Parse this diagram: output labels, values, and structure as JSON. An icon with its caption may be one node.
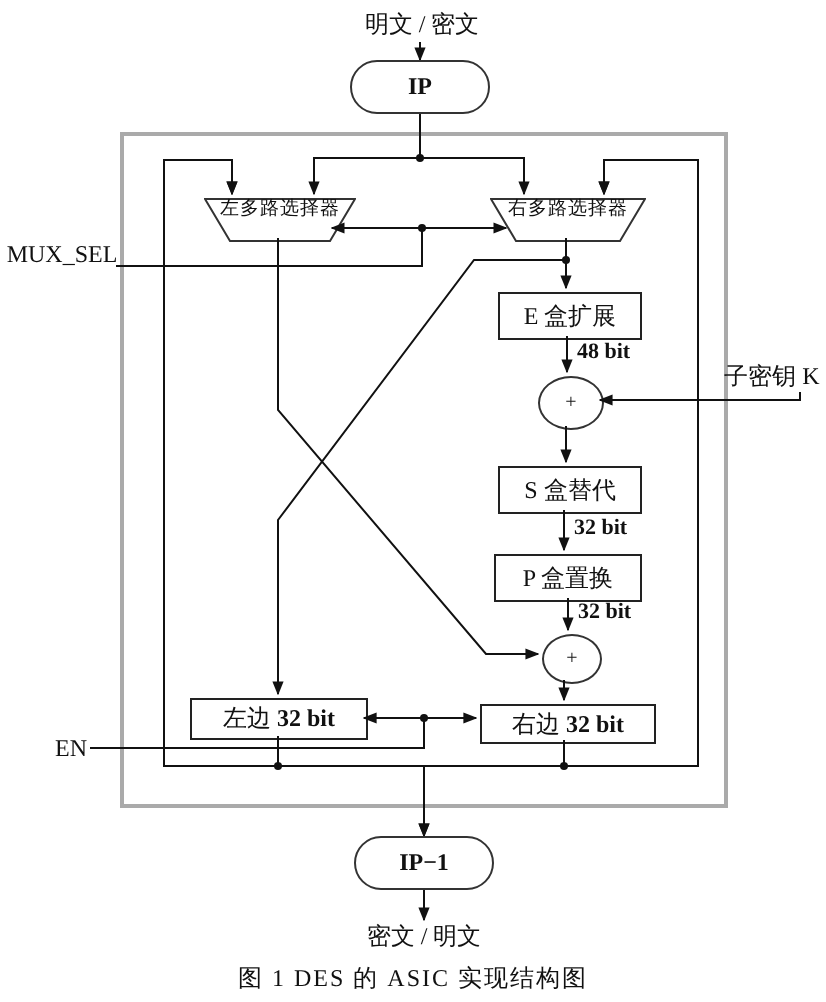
{
  "diagram": {
    "caption": "图 1 DES 的 ASIC 实现结构图",
    "nodes": [
      {
        "text": [
          "明文 / 密文"
        ]
      },
      {
        "text": [
          "IP"
        ]
      },
      {
        "text": [],
        "shape": "box"
      },
      {
        "text": [
          "左多路选择器"
        ],
        "in": 2
      },
      {
        "text": [
          "右多路选择器"
        ],
        "in": 2
      },
      {
        "text": [
          "MUX_SEL"
        ]
      },
      {
        "text": [
          "E 盒扩展"
        ],
        "in": 2
      },
      {
        "text": [
          "+"
        ],
        "in": 2
      },
      {
        "text": [
          "子密钥 K"
        ]
      },
      {
        "text": [
          "S 盒替代"
        ],
        "in": 2
      },
      {
        "text": [
          "P 盒置换"
        ],
        "in": 2
      },
      {
        "text": [
          "+"
        ],
        "in": 2
      },
      {
        "text": [
          "左边 **32 bit**"
        ],
        "in": 2
      },
      {
        "text": [
          "右边 **32 bit**"
        ],
        "in": 2
      },
      {
        "text": [
          "EN"
        ]
      },
      {
        "text": [
          "IP−1"
        ]
      },
      {
        "text": [
          "密文 / 明文"
        ]
      }
    ],
    "edges": [
      {
        "from": 0,
        "to": 1,
        "arrow": "to"
      },
      {
        "from": 1,
        "to": 3,
        "arrow": "to"
      },
      {
        "from": 1,
        "to": 4,
        "arrow": "to"
      },
      {
        "from": 5,
        "to": 3,
        "arrow": "to"
      },
      {
        "from": 5,
        "to": 4,
        "arrow": "to"
      },
      {
        "from": 4,
        "to": 6,
        "arrow": "to"
      },
      {
        "from": 6,
        "to": 7,
        "arrow": "to",
        "label": "48 bit"
      },
      {
        "from": 8,
        "to": 7,
        "arrow": "to"
      },
      {
        "from": 7,
        "to": 9,
        "arrow": "to"
      },
      {
        "from": 9,
        "to": 10,
        "arrow": "to",
        "label": "32 bit"
      },
      {
        "from": 10,
        "to": 11,
        "arrow": "to",
        "label": "32 bit"
      },
      {
        "from": 11,
        "to": 13,
        "arrow": "to"
      },
      {
        "from": 3,
        "to": 11,
        "arrow": "to"
      },
      {
        "from": 4,
        "to": 12,
        "arrow": "to"
      },
      {
        "from": 14,
        "to": 12,
        "arrow": "to"
      },
      {
        "from": 14,
        "to": 13,
        "arrow": "to"
      },
      {
        "from": 12,
        "to": 3,
        "arrow": "to"
      },
      {
        "from": 12,
        "to": 4,
        "arrow": "to"
      },
      {
        "from": 12,
        "to": 15,
        "arrow": "to"
      },
      {
        "from": 13,
        "to": 3,
        "arrow": "to"
      },
      {
        "from": 13,
        "to": 4,
        "arrow": "to"
      },
      {
        "from": 13,
        "to": 15,
        "arrow": "to"
      },
      {
        "from": 15,
        "to": 16,
        "arrow": "to"
      }
    ]
  }
}
